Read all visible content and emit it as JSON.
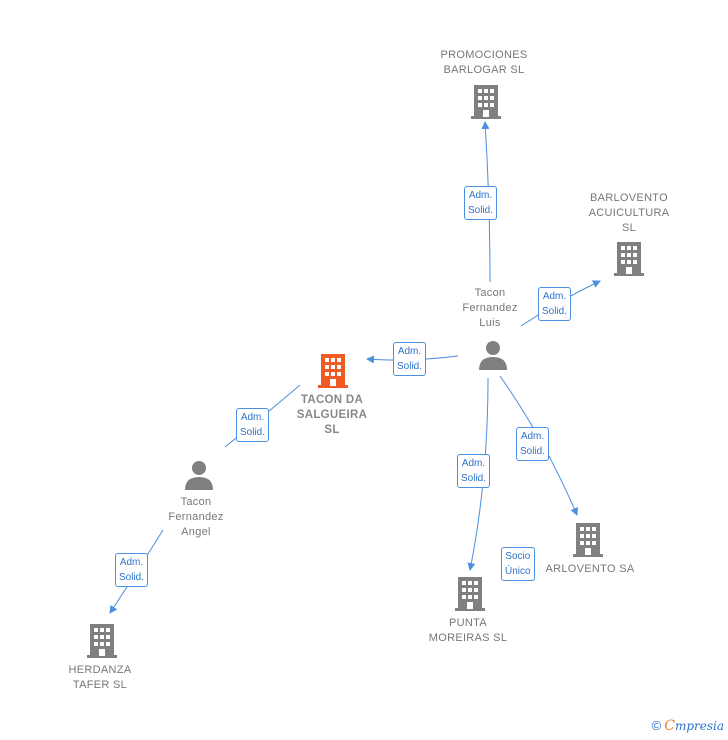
{
  "colors": {
    "edge": "#4a8fe0",
    "company": "#808080",
    "main_company": "#f05a23",
    "person": "#808080"
  },
  "nodes": {
    "promociones": "PROMOCIONES\nBARLOGAR  SL",
    "barlovento_acui": "BARLOVENTO\nACUICULTURA\nSL",
    "tacon_luis": "Tacon\nFernandez\nLuis",
    "tacon_salgueira": "TACON DA\nSALGUEIRA\nSL",
    "tacon_angel": "Tacon\nFernandez\nAngel",
    "barlovento_sa": "ARLOVENTO SA",
    "punta": "PUNTA\nMOREIRAS SL",
    "herdanza": "HERDANZA\nTAFER  SL"
  },
  "relations": {
    "r1": "Adm.\nSolid.",
    "r2": "Adm.\nSolid.",
    "r3": "Adm.\nSolid.",
    "r4": "Adm.\nSolid.",
    "r5": "Adm.\nSolid.",
    "r6": "Adm.\nSolid.",
    "r7": "Adm.\nSolid.",
    "r8": "Socio\nÚnico"
  },
  "footer": {
    "copyright": "©",
    "brand_first": "C",
    "brand_rest": "mpresia"
  }
}
